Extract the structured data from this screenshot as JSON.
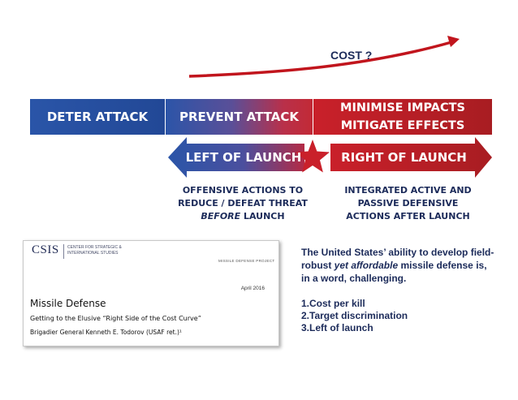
{
  "cost_label": "COST ?",
  "colors": {
    "navy_text": "#1c2b5a",
    "blue": "#2a55a8",
    "red": "#c9202a",
    "curve_red": "#c1151d"
  },
  "bar": {
    "deter": "DETER ATTACK",
    "prevent": "PREVENT ATTACK",
    "minimise_line1": "MINIMISE IMPACTS",
    "minimise_line2": "MITIGATE EFFECTS"
  },
  "arrows": {
    "left": "LEFT OF LAUNCH",
    "right": "RIGHT OF LAUNCH",
    "center_icon": "star-icon"
  },
  "captions": {
    "left_line1": "OFFENSIVE ACTIONS TO",
    "left_line2": "REDUCE / DEFEAT THREAT",
    "left_line3_em": "BEFORE",
    "left_line3_rest": " LAUNCH",
    "right_line1": "INTEGRATED ACTIVE AND",
    "right_line2": "PASSIVE DEFENSIVE",
    "right_line3": "ACTIONS AFTER LAUNCH"
  },
  "paper": {
    "logo": "CSIS",
    "org_line1": "CENTER FOR STRATEGIC &",
    "org_line2": "INTERNATIONAL STUDIES",
    "report_type": "MISSILE DEFENSE PROJECT",
    "date": "April 2016",
    "title": "Missile Defense",
    "subtitle": "Getting to the Elusive “Right Side of the Cost Curve”",
    "author": "Brigadier General Kenneth E. Todorov (USAF ret.)¹"
  },
  "statement": {
    "part1": "The United States’ ability to develop field-robust ",
    "emphasis": "yet affordable",
    "part2": " missile defense is, in a word, challenging."
  },
  "list": [
    "1.Cost per kill",
    "2.Target discrimination",
    "3.Left of launch"
  ]
}
